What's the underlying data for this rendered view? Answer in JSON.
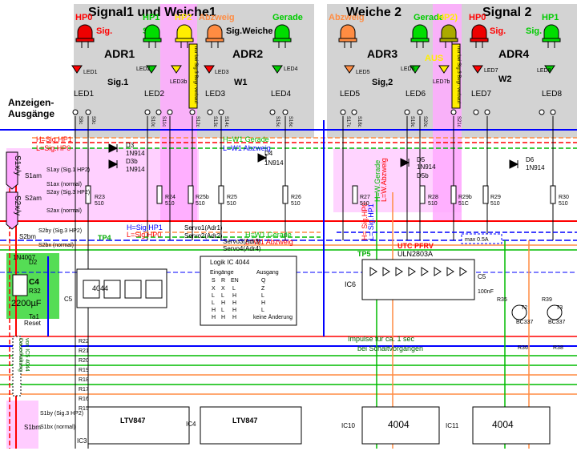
{
  "titles": {
    "signal1": "Signal1 und Weiche1",
    "weiche2": "Weiche 2",
    "signal2": "Signal 2",
    "anzeigen": "Anzeigen-",
    "ausgaenge": "Ausgänge"
  },
  "leds_top": {
    "hp0_a": "HP0",
    "sig_a": "Sig.",
    "hp1_a": "HP1",
    "sig_b": "Sig.",
    "hp2_a": "HP2",
    "abzweig_a": "Abzweig",
    "sig_weiche": "Sig.Weiche",
    "gerade_a": "Gerade",
    "abzweig_b": "Abzweig",
    "gerade_b": "Gerade",
    "hp2_b": "HP2)",
    "hp0_b": "HP0",
    "sig_c": "Sig.",
    "hp1_b": "HP1",
    "sig_d": "Sig.",
    "aus": "AUS"
  },
  "adr": {
    "adr1": "ADR1",
    "adr2": "ADR2",
    "adr3": "ADR3",
    "adr4": "ADR4"
  },
  "groups": {
    "sig1": "Sig.1",
    "w1": "W1",
    "sig2": "Sig,2",
    "w2": "W2"
  },
  "led_small": [
    "LED1",
    "LED2",
    "LED3b",
    "LED3",
    "LED4",
    "LED5",
    "LED6",
    "LED7b",
    "LED7",
    "LED8"
  ],
  "led_labels": [
    "LED1",
    "LED2",
    "LED3",
    "LED4",
    "LED5",
    "LED6",
    "LED7",
    "LED8"
  ],
  "vertical_note": "nur bei Sig.3 Begr. verbaut",
  "pins": [
    "S9c",
    "S10c",
    "S11c",
    "S12c",
    "S13c",
    "S14c",
    "S15c",
    "S16c",
    "S17c",
    "S18c",
    "S19c",
    "S20c",
    "S8c",
    "S21c"
  ],
  "resistors": [
    {
      "name": "R23",
      "value": "510"
    },
    {
      "name": "R24",
      "value": "510"
    },
    {
      "name": "R25b",
      "value": "510"
    },
    {
      "name": "R25",
      "value": "510"
    },
    {
      "name": "R26",
      "value": "510"
    },
    {
      "name": "R27",
      "value": "510"
    },
    {
      "name": "R28",
      "value": "510"
    },
    {
      "name": "R29b",
      "value": "51C"
    },
    {
      "name": "R29",
      "value": "510"
    },
    {
      "name": "R30",
      "value": "510"
    }
  ],
  "diodes": {
    "d3": "D3",
    "d3_type": "1N914",
    "d3b": "D3b",
    "d3b_type": "1N914",
    "d4": "D4",
    "d4_type": "1N914",
    "d5": "D5",
    "d5_type": "1N914",
    "d5b": "D5b",
    "d6": "D6",
    "d6_type": "1N914",
    "d2": "D2",
    "d2_type": "1N4007"
  },
  "legend": {
    "h_hp1": "H=Sig.HP1",
    "l_hp0": "L=Sig.HP0",
    "h_w1": "H=W1 Gerade",
    "l_w1": "L=W1 Abzweig",
    "h_hp1_b": "H=Sig.HP1",
    "l_hp0_b": "L=Sig.HP0",
    "h_w1_b": "H=W1 Gerade",
    "l_w1_b": "L=W1 Abzweig"
  },
  "vertical_legend": {
    "a": "H= Sig.HP0",
    "b": "L= Sig.HP1",
    "c": "H=W.Gerade",
    "d": "L=W.Abzweig"
  },
  "switches": {
    "s1ay": "S1ay (Sig.1 HP2)",
    "s1ax": "S1ax (normal)",
    "s1am": "S1am",
    "s2ay": "S2ay (Sig.3 HP2)",
    "s2ax": "S2ax (normal)",
    "s2am": "S2am",
    "s2bm": "S2bm",
    "s2by": "S2by (Sig.3 HP2)",
    "s2bx": "S2bx (normal)",
    "s1by": "S1by (Sig.3 HP2)",
    "s1bx": "S1bx (normal)",
    "s1bm": "S1bm",
    "s1xy": "S1x/y",
    "s2xy": "S2x/y"
  },
  "servos": {
    "s1": "Servo1(Adr1)",
    "s2": "Servo2(Adr2)",
    "s3": "Servo3(Adr3)",
    "s4": "Servo4(Adr4)"
  },
  "tp": {
    "tp4": "TP4",
    "tp5": "TP5"
  },
  "power": {
    "c4": "C4",
    "c4_value": "2200µF",
    "r32": "R32",
    "ta1": "Ta1",
    "reset": "Reset",
    "c5": "C5"
  },
  "ic": {
    "ic4044": "4044",
    "ic6": "IC6",
    "uln": "ULN2803A",
    "utc": "UTC PFRV",
    "ic3": "IC3",
    "ic4": "IC4",
    "ltv1": "LTV847",
    "ltv2": "LTV847",
    "ic10": "IC10",
    "ic11": "IC11",
    "cmos1": "4004",
    "cmos2": "4004",
    "max": "max 0.5A",
    "c5b": "C5",
    "c5b_val": "100nF"
  },
  "logic": {
    "title": "Logik IC 4044",
    "headers": {
      "in": "Eingänge",
      "out": "Ausgang",
      "s": "S",
      "r": "R",
      "en": "EN",
      "q": "Q"
    },
    "rows": [
      [
        "X",
        "X",
        "L",
        "Z"
      ],
      [
        "L",
        "L",
        "H",
        "L"
      ],
      [
        "L",
        "H",
        "H",
        "H"
      ],
      [
        "H",
        "L",
        "H",
        "L"
      ],
      [
        "H",
        "H",
        "H",
        "keine Änderung"
      ]
    ]
  },
  "transistors": {
    "t2": "T2",
    "t3": "T3",
    "t2_type": "BC337",
    "t3_type": "BC337",
    "r35": "R35",
    "r39": "R39",
    "r36": "R36",
    "r38": "R38"
  },
  "notes": {
    "impulse1": "Impulse für ca. 1 sec",
    "impulse2": "bei Schaltvorgängen",
    "dauer1": "Dauerhaltung",
    "dauer2": "von IC5  4044"
  },
  "rlist": [
    "R22",
    "R21",
    "R20",
    "R19",
    "R18",
    "R17",
    "R16",
    "R15"
  ],
  "colors": {
    "gray_box": "#d3d3d3",
    "pink": "#ffaaff",
    "green_box": "#55dd55",
    "red": "#ff0000",
    "blue": "#0000ff",
    "green": "#00bb00",
    "orange": "#ff8c42",
    "yellow": "#e6e600",
    "olive": "#aaaa00"
  }
}
